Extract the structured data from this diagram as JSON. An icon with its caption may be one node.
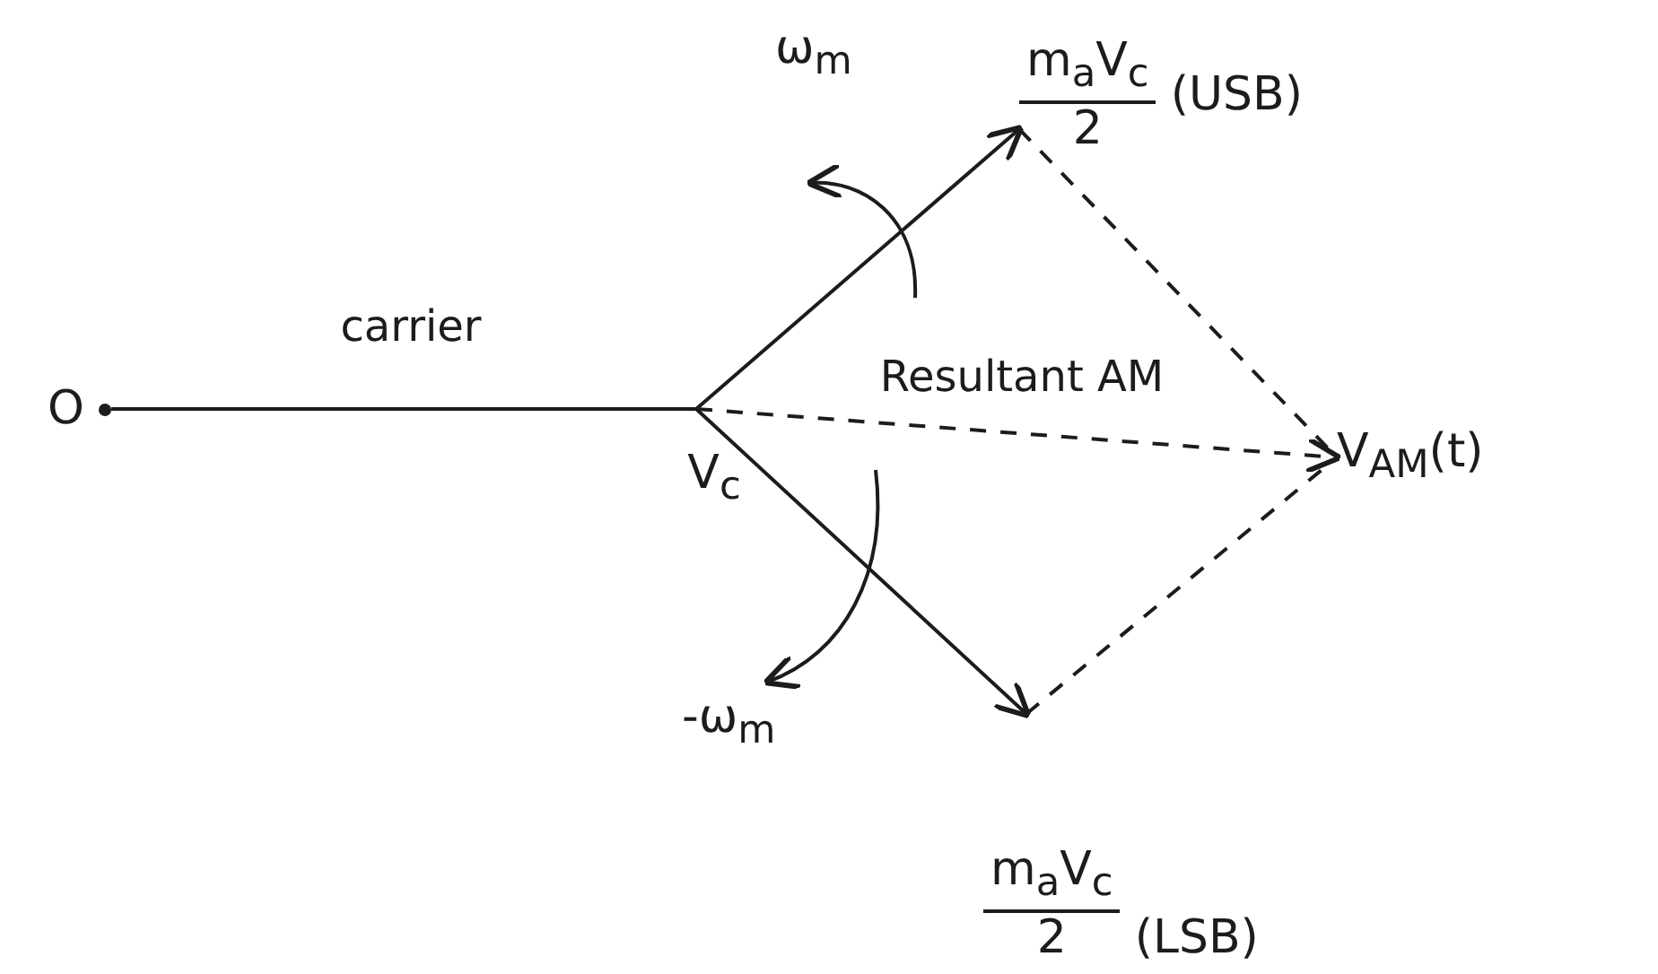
{
  "diagram": {
    "nodes": [
      {
        "text": [
          "O"
        ]
      },
      {
        "text": [
          "V$_{c}$"
        ]
      },
      {
        "text": [
          "m$_{a}$V$_{c}$",
          "2",
          "(USB)"
        ]
      },
      {
        "text": [
          "m$_{a}$V$_{c}$",
          "2",
          "(LSB)"
        ]
      },
      {
        "text": [
          "V$_{AM}$(t)"
        ]
      }
    ],
    "edges": [
      {
        "from": 0,
        "to": 1,
        "arrow": "none",
        "label": "carrier"
      },
      {
        "from": 1,
        "to": 2,
        "arrow": "to"
      },
      {
        "from": 1,
        "to": 3,
        "arrow": "to"
      },
      {
        "from": 1,
        "to": 4,
        "arrow": "to",
        "style": "dashed",
        "label": "Resultant AM"
      },
      {
        "from": 2,
        "to": 4,
        "arrow": "none",
        "style": "dashed"
      },
      {
        "from": 3,
        "to": 4,
        "arrow": "none",
        "style": "dashed"
      }
    ],
    "labels": [
      "ω$_{m}$",
      "-ω$_{m}$"
    ]
  }
}
